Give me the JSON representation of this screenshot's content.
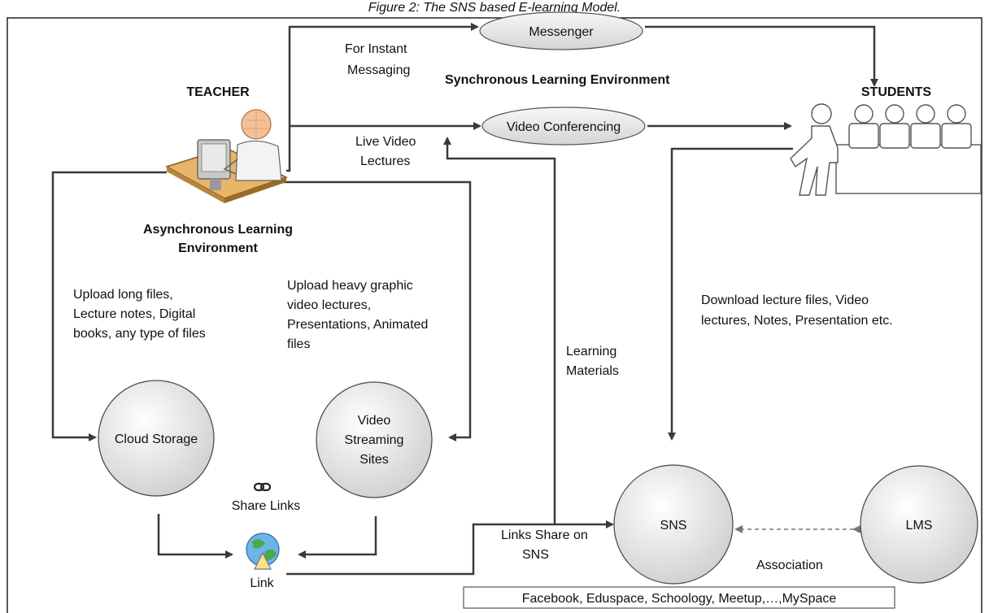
{
  "figure_title": "Figure 2: The SNS based E-learning Model.",
  "nodes": {
    "teacher": "TEACHER",
    "students": "STUDENTS",
    "messenger": "Messenger",
    "video_conferencing": "Video Conferencing",
    "cloud_storage": "Cloud Storage",
    "video_streaming": [
      "Video",
      "Streaming",
      "Sites"
    ],
    "sns": "SNS",
    "lms": "LMS",
    "link": "Link",
    "share_links": "Share Links",
    "sns_sites": "Facebook, Eduspace, Schoology, Meetup,…,MySpace"
  },
  "labels": {
    "instant_messaging": [
      "For Instant",
      "Messaging"
    ],
    "sync_env": "Synchronous Learning Environment",
    "async_env": [
      "Asynchronous Learning",
      "Environment"
    ],
    "live_video": [
      "Live Video",
      "Lectures"
    ],
    "upload_long": [
      "Upload long files,",
      "Lecture notes, Digital",
      "books, any type of files"
    ],
    "upload_heavy": [
      "Upload heavy graphic",
      "video lectures,",
      "Presentations, Animated",
      "files"
    ],
    "learning_materials": [
      "Learning",
      "Materials"
    ],
    "download": [
      "Download lecture files, Video",
      "lectures, Notes, Presentation etc."
    ],
    "links_share": [
      "Links Share on",
      "SNS"
    ],
    "association": "Association"
  }
}
